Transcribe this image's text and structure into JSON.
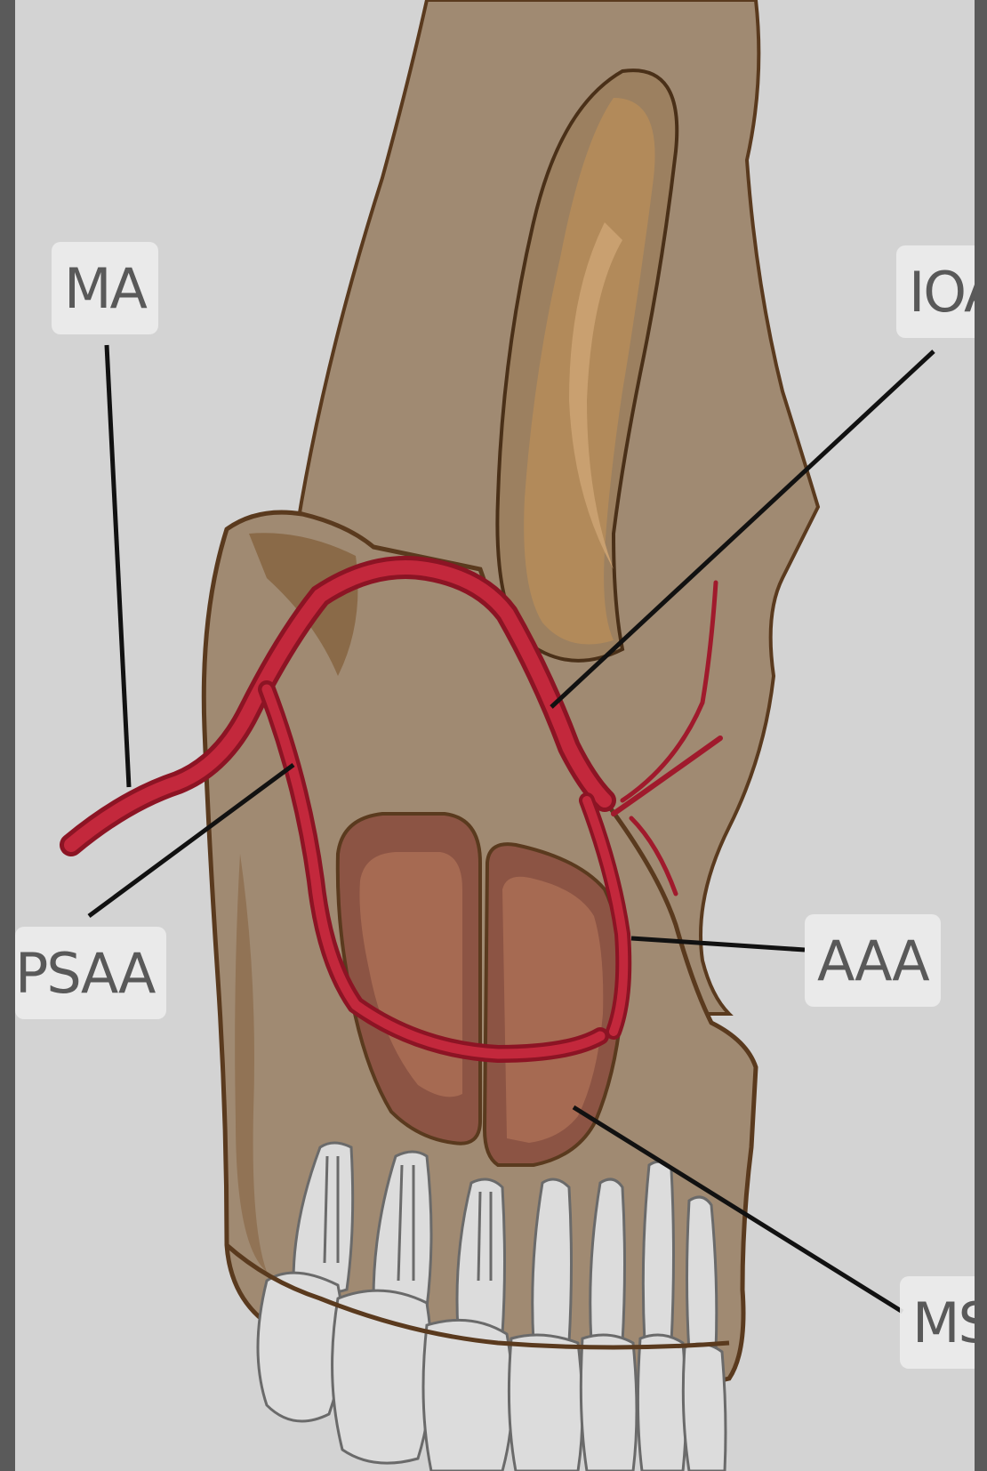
{
  "labels": {
    "ma": "MA",
    "ioa": "IOA",
    "psaa": "PSAA",
    "aaa": "AAA",
    "ms": "MS"
  },
  "colors": {
    "background": "#d3d3d3",
    "bone": "#a08a72",
    "bone_outline": "#5a3a1e",
    "orbit": "#b28a5a",
    "sinus": "#8c5444",
    "artery": "#b01e32",
    "tooth": "#dcdcdc",
    "leader_line": "#111111"
  }
}
